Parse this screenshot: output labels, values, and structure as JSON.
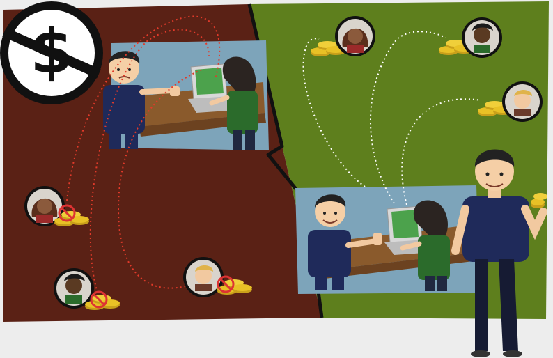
{
  "scene": {
    "left_panel": {
      "theme": "no-money",
      "symbol": "dollar-sign-crossed-icon",
      "background_color": "#5a2115",
      "people_icons": [
        "person-long-hair-avatar",
        "person-dreadlocks-avatar",
        "person-blond-avatar"
      ],
      "status_icon": "prohibited-icon",
      "coin_icon": "gold-coin-stack-icon"
    },
    "right_panel": {
      "theme": "paid",
      "background_color": "#5e7f1d",
      "people_icons": [
        "person-long-hair-avatar",
        "person-dreadlocks-avatar",
        "person-blond-avatar"
      ],
      "coin_icon": "gold-coin-stack-icon",
      "standing_figure": "man-holding-coins-figure"
    },
    "colors": {
      "page_bg": "#ededed",
      "left_bg": "#5a2115",
      "right_bg": "#5e7f1d",
      "screen_bg": "#7da4ba",
      "desk": "#8a5a2c",
      "coin": "#e8c126",
      "shirt_navy": "#1f2a5a",
      "shirt_green": "#2b6b2b"
    }
  }
}
